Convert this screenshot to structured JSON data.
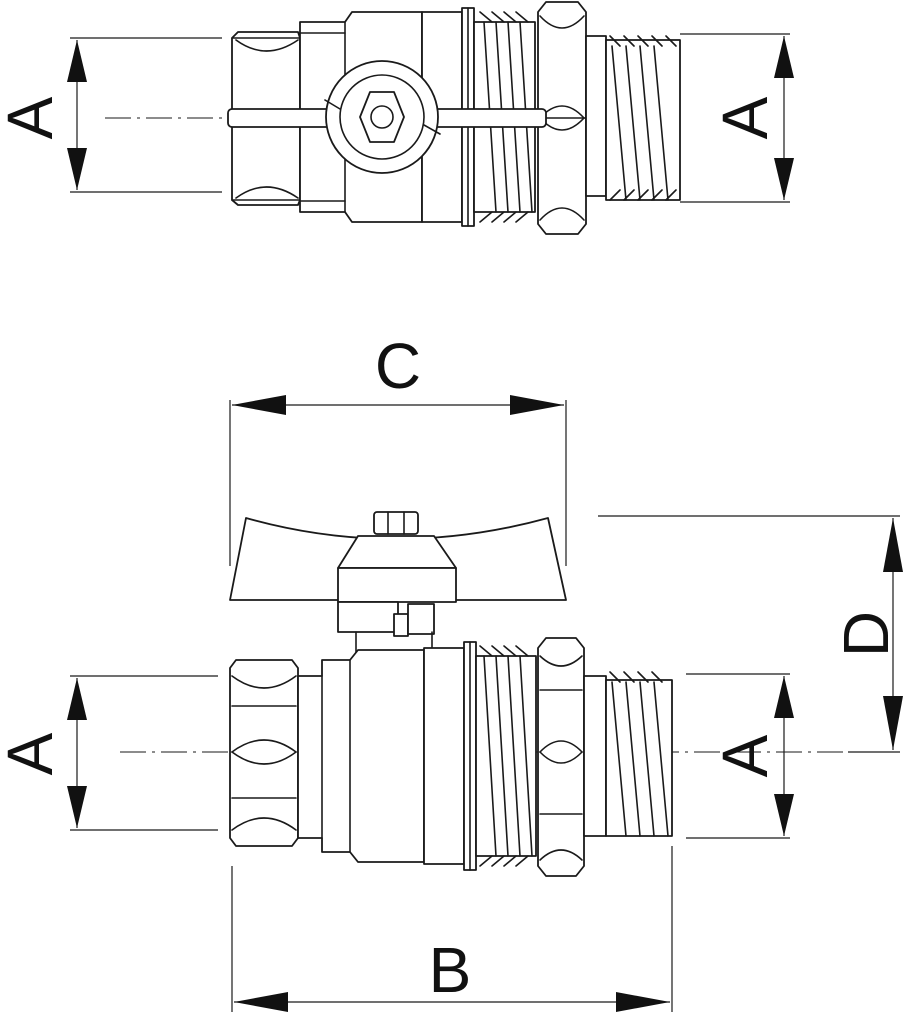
{
  "dimension_labels": {
    "top_left_a": "A",
    "top_right_a": "A",
    "handle_width_c": "C",
    "height_d": "D",
    "bottom_left_a": "A",
    "bottom_right_a": "A",
    "overall_length_b": "B"
  },
  "views": [
    "top-view",
    "side-view"
  ],
  "line_color": "#1a1a1a",
  "background_color": "#ffffff"
}
